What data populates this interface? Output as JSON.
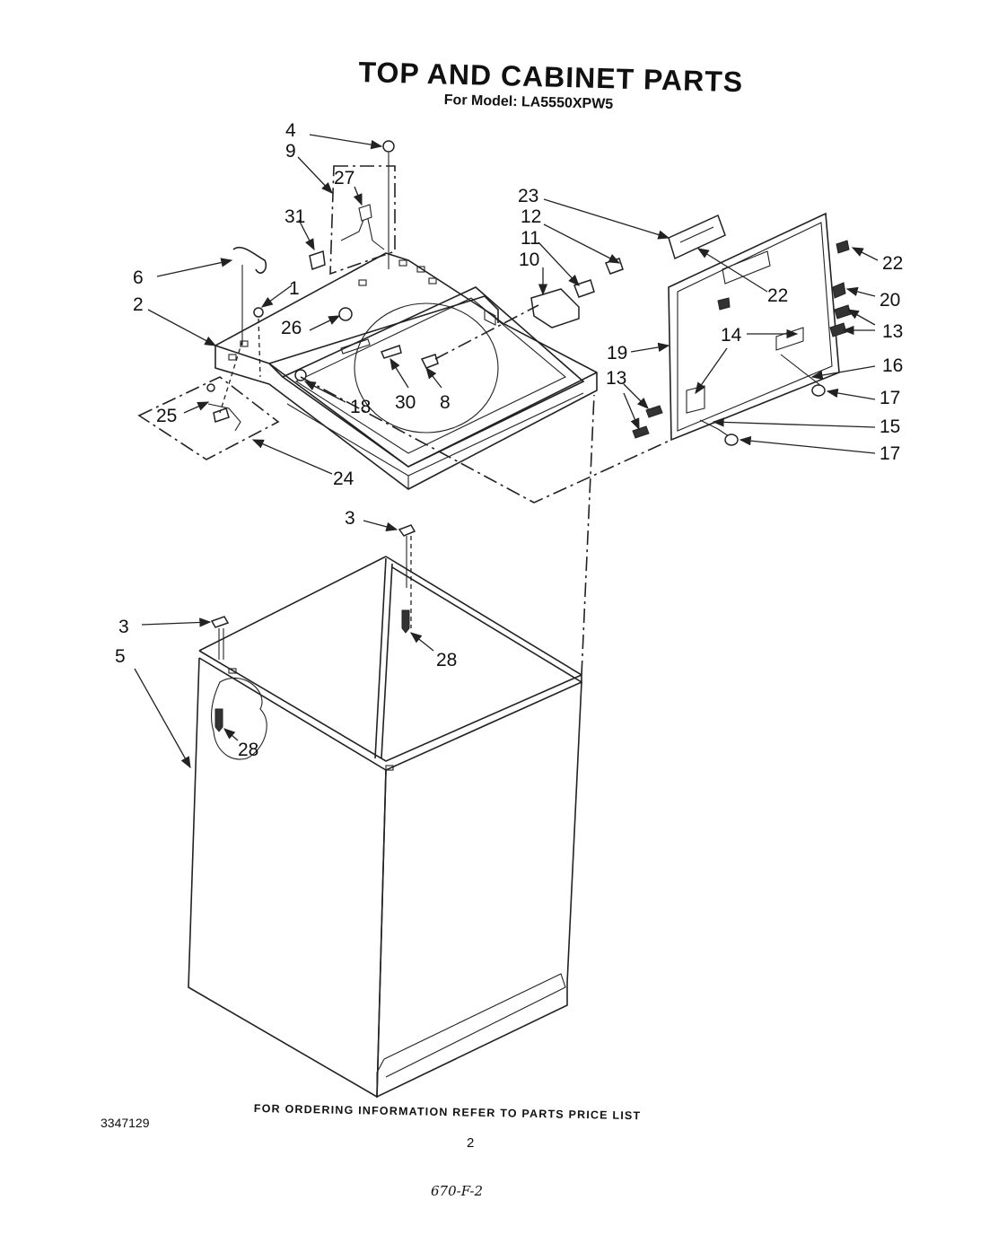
{
  "title": "TOP AND CABINET PARTS",
  "subtitle": "For Model: LA5550XPW5",
  "footer_note": "FOR ORDERING INFORMATION REFER TO PARTS PRICE LIST",
  "document_number": "3347129",
  "page_number": "2",
  "handwritten_note": "670-F-2",
  "callouts": {
    "c1": "1",
    "c2": "2",
    "c3a": "3",
    "c3b": "3",
    "c4": "4",
    "c5": "5",
    "c6": "6",
    "c8": "8",
    "c9": "9",
    "c10": "10",
    "c11": "11",
    "c12": "12",
    "c13a": "13",
    "c13b": "13",
    "c14": "14",
    "c15": "15",
    "c16": "16",
    "c17a": "17",
    "c17b": "17",
    "c18": "18",
    "c19": "19",
    "c20": "20",
    "c22a": "22",
    "c22b": "22",
    "c23": "23",
    "c24": "24",
    "c25": "25",
    "c26": "26",
    "c27": "27",
    "c28a": "28",
    "c28b": "28",
    "c30": "30",
    "c31": "31"
  }
}
